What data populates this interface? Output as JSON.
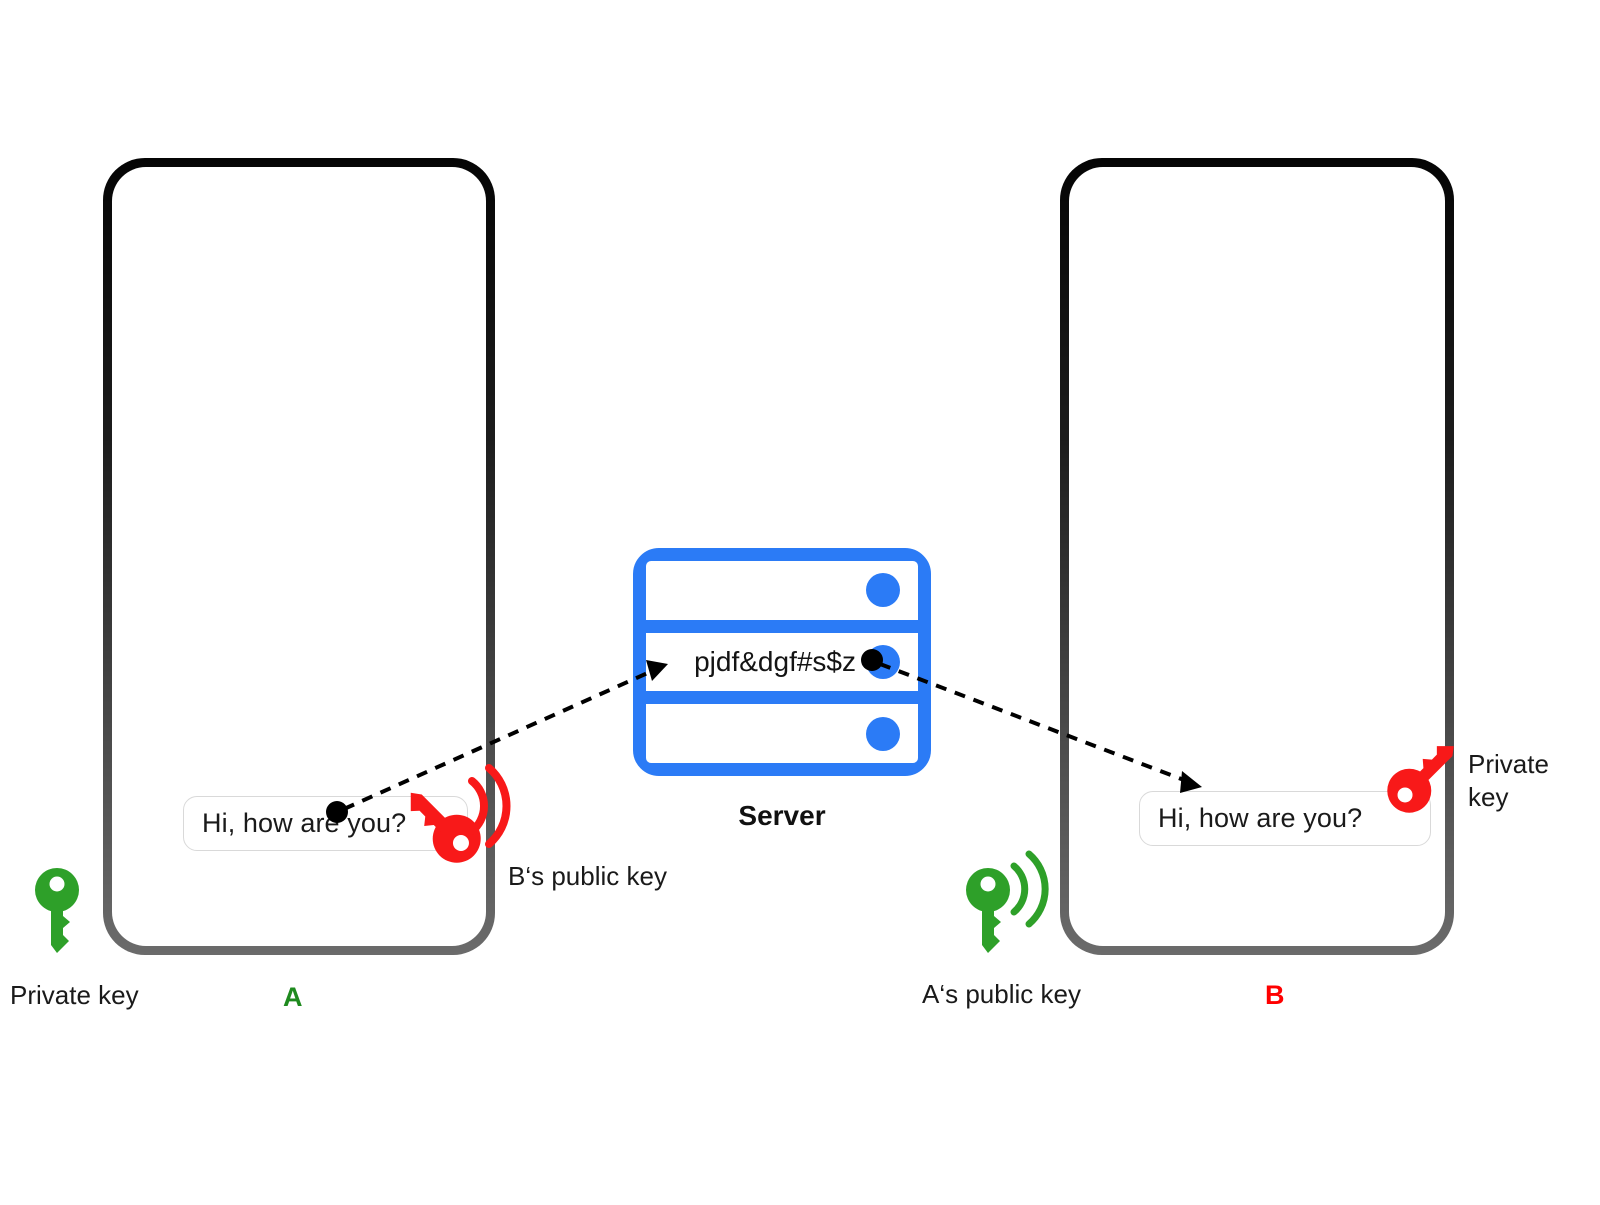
{
  "diagram": {
    "title": "End-to-end encryption message flow",
    "colors": {
      "server_blue": "#2b7bf6",
      "key_red": "#f81919",
      "key_green": "#2ea029",
      "phone_frame_top": "#050505",
      "phone_frame_bottom": "#6b6b6b",
      "text": "#1a1a1a"
    }
  },
  "left_phone": {
    "endpoint_label": "A",
    "message": "Hi, how are you?",
    "private_key_label": "Private key",
    "public_key_label": "B‘s public key"
  },
  "server": {
    "label": "Server",
    "cipher_text": "pjdf&dgf#s$z",
    "slots": 3
  },
  "right_phone": {
    "endpoint_label": "B",
    "message": "Hi, how are you?",
    "private_key_label": "Private key",
    "public_key_label": "A‘s public key"
  },
  "icons": {
    "key_private_left": "key-icon",
    "key_public_left": "key-broadcast-icon",
    "key_private_right": "key-icon",
    "key_public_right": "key-broadcast-icon",
    "arrow_to_server": "dashed-arrow-icon",
    "arrow_to_b": "dashed-arrow-icon"
  }
}
